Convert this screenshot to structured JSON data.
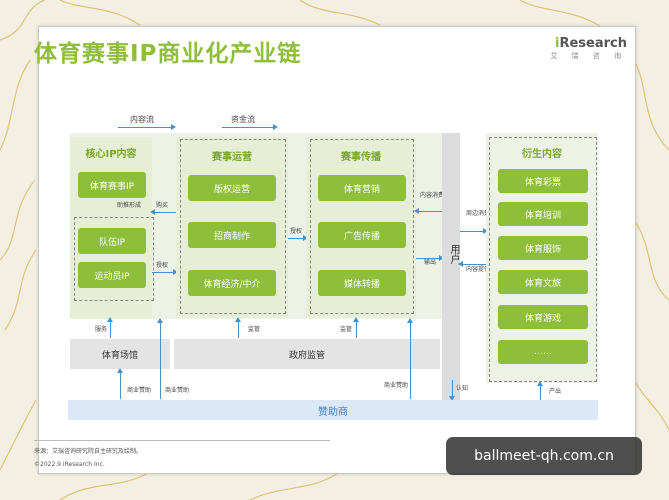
{
  "title": "体育赛事IP商业化产业链",
  "logo": {
    "brand_i": "i",
    "brand_rest": "Research",
    "subtitle": "艾 瑞 咨 询"
  },
  "flows": {
    "content_flow": "内容流",
    "capital_flow": "资金流"
  },
  "core_ip": {
    "title": "核心IP内容",
    "items": [
      "体育赛事IP",
      "队伍IP",
      "运动员IP"
    ],
    "note": "助推形成"
  },
  "operations": {
    "title": "赛事运营",
    "items": [
      "版权运营",
      "招商制作",
      "体育经济/中介"
    ]
  },
  "broadcast": {
    "title": "赛事传播",
    "items": [
      "体育营销",
      "广告传播",
      "媒体转播"
    ]
  },
  "user": {
    "label": "用户"
  },
  "derivatives": {
    "title": "衍生内容",
    "items": [
      "体育彩票",
      "体育培训",
      "体育服饰",
      "体育文旅",
      "体育游戏",
      "……"
    ]
  },
  "bottom": {
    "venue": "体育场馆",
    "gov": "政府监管",
    "sponsor": "赞助商"
  },
  "edge_labels": {
    "purchase": "购买",
    "authorize1": "授权",
    "authorize2": "授权",
    "content_consume": "内容消费",
    "output": "输出",
    "surround_consume": "周边消费",
    "content_provide": "内容提供",
    "service": "服务",
    "supervise1": "监管",
    "supervise2": "监管",
    "biz_sponsor1": "商业赞助",
    "biz_sponsor2": "商业赞助",
    "biz_sponsor3": "商业赞助",
    "recognize": "认知",
    "produce": "产出"
  },
  "footer": {
    "source": "来源：艾瑞咨询研究院自主研究及绘制。",
    "copyright": "©2022.9 iResearch Inc."
  },
  "watermark": "ballmeet-qh.com.cn",
  "colors": {
    "green": "#8dbf3a",
    "panel": "#eef2e6",
    "sponsor": "#dbe8f5",
    "arrow": "#4a90c8"
  }
}
